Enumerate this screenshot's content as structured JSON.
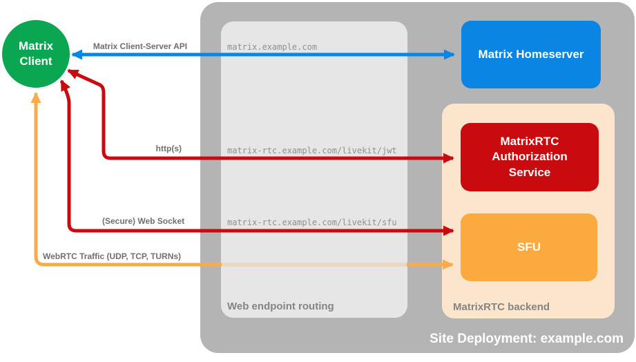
{
  "colors": {
    "green": "#0aa651",
    "blue": "#0b85e3",
    "red": "#c90a0e",
    "red_arrow": "#c90a0e",
    "orange": "#fbaa3e",
    "orange_arrow": "#f8ab4b",
    "peach": "#fbe5cd",
    "gray_outer": "#b4b4b4",
    "gray_inner": "#e6e6e6",
    "label_gray": "#6f6f6f",
    "url_gray": "#8f8f8f",
    "box_label_gray": "#848484",
    "faded_orange": "#ebd7bc"
  },
  "nodes": {
    "client": {
      "label": "Matrix\nClient"
    },
    "homeserver": {
      "label": "Matrix Homeserver"
    },
    "auth_service": {
      "label": "MatrixRTC\nAuthorization\nService"
    },
    "sfu": {
      "label": "SFU"
    }
  },
  "containers": {
    "site_deployment": {
      "label": "Site Deployment: example.com"
    },
    "web_endpoint_routing": {
      "label": "Web endpoint routing"
    },
    "matrixrtc_backend": {
      "label": "MatrixRTC backend"
    }
  },
  "arrows": {
    "client_server_api": {
      "label": "Matrix Client-Server API",
      "endpoint": "matrix.example.com"
    },
    "https": {
      "label": "http(s)",
      "endpoint": "matrix-rtc.example.com/livekit/jwt"
    },
    "websocket": {
      "label": "(Secure) Web Socket",
      "endpoint": "matrix-rtc.example.com/livekit/sfu"
    },
    "webrtc": {
      "label": "WebRTC Traffic (UDP, TCP, TURNs)"
    }
  }
}
